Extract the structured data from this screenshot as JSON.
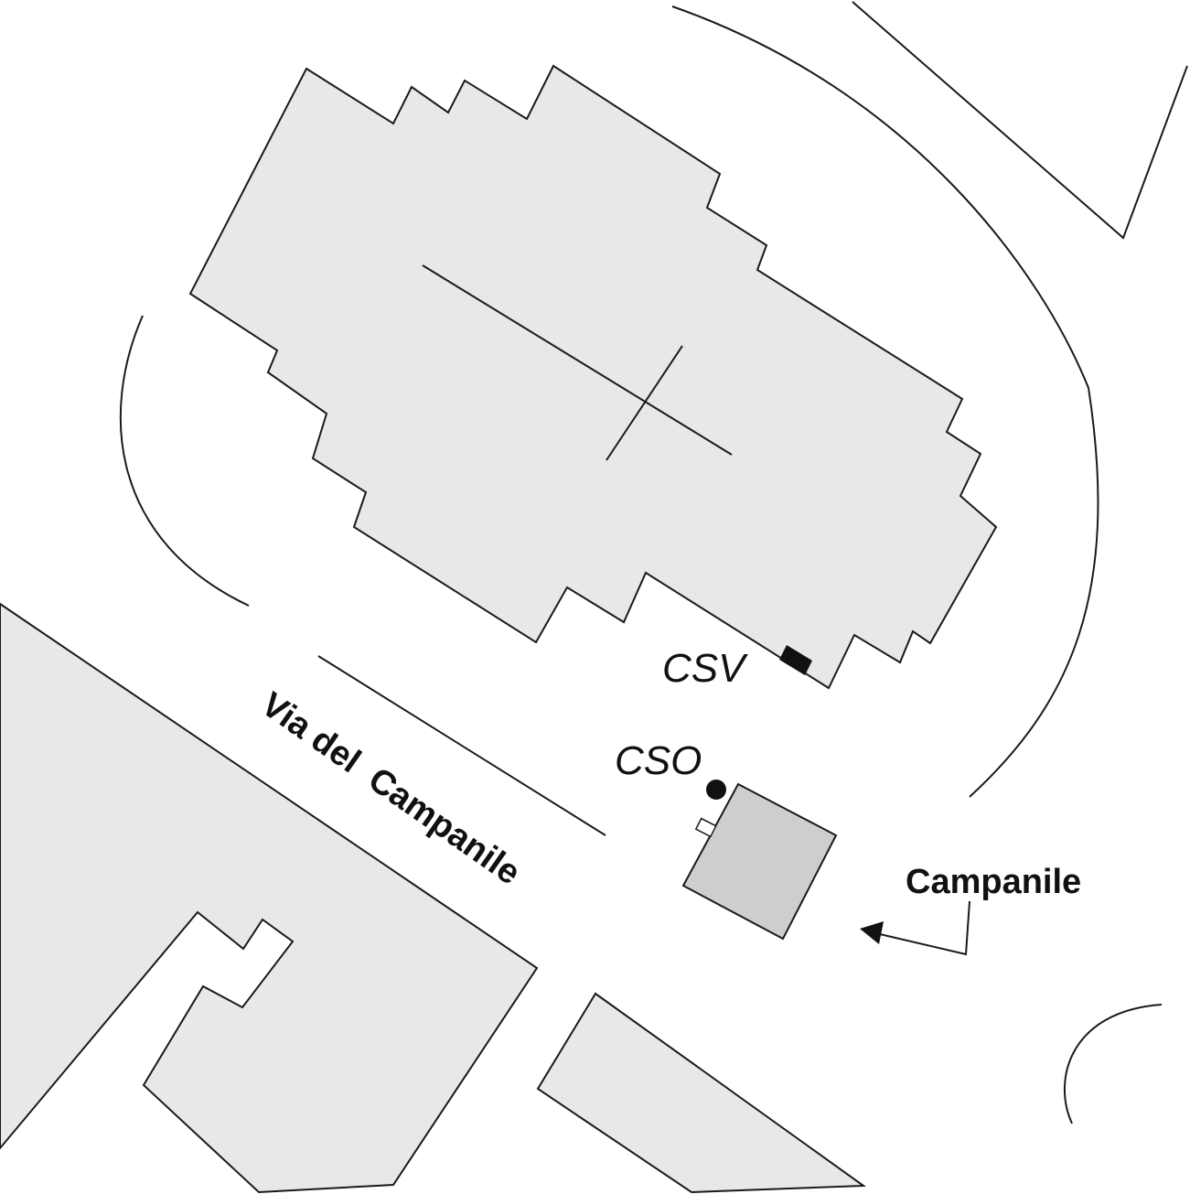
{
  "labels": {
    "csv": "CSV",
    "cso": "CSO",
    "street": "Via del  Campanile",
    "campanile": "Campanile"
  },
  "colors": {
    "building_fill": "#e7e8e9",
    "tower_fill": "#cdced0",
    "outline": "#1a1a1a"
  }
}
